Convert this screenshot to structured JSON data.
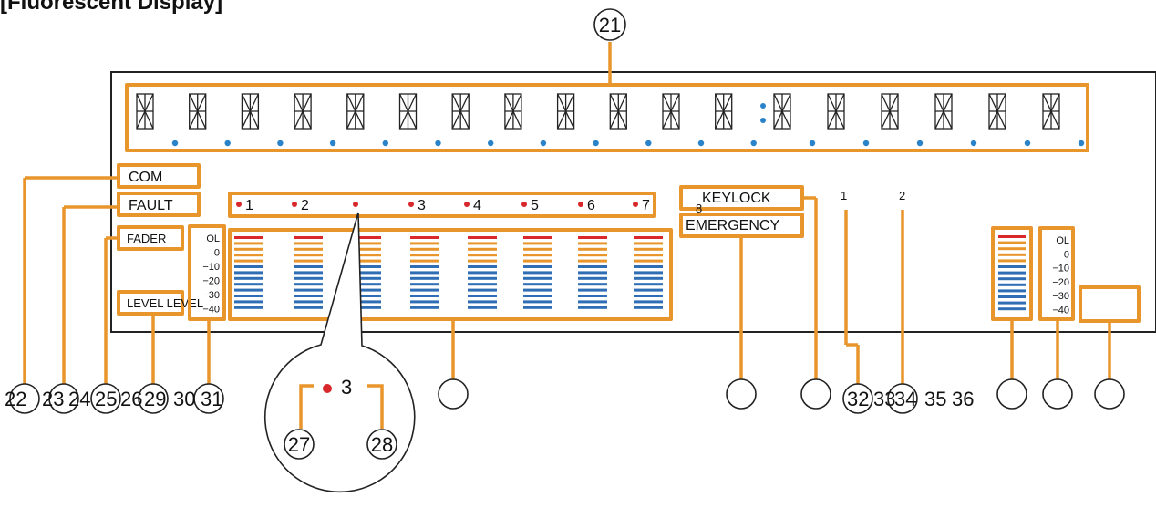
{
  "title": "[Fluorescent Display]",
  "indicators": {
    "com": "COM",
    "fault": "FAULT",
    "fader": "FADER",
    "level": "LEVEL LEVEL",
    "keylock": "KEYLOCK",
    "emergency": "EMERGENCY",
    "ch8_small": "8"
  },
  "channels": [
    "1",
    "2",
    "",
    "3",
    "4",
    "5",
    "6",
    "7"
  ],
  "scale_ticks": [
    "OL",
    "0",
    "−10",
    "−20",
    "−30",
    "−40"
  ],
  "output_numbers": [
    "1",
    "2"
  ],
  "zoom_channel": "3",
  "callouts": {
    "c21": "21",
    "bottom_row": [
      "22",
      "23",
      "24",
      "25",
      "26",
      "29",
      "30",
      "31"
    ],
    "zoom_left": "27",
    "zoom_right": "28",
    "c32": "32",
    "c33_36": [
      "33",
      "34",
      "35",
      "36"
    ]
  },
  "colors": {
    "frame": "#e8962c",
    "meter_red": "#d8282c",
    "meter_orange": "#e8962c",
    "meter_blue": "#2f6db5",
    "dot_blue": "#2a83c8",
    "dot_red": "#d8282c"
  },
  "icons": [
    "sixteen-segment-character-icon",
    "blank-callout-circle-icon"
  ]
}
